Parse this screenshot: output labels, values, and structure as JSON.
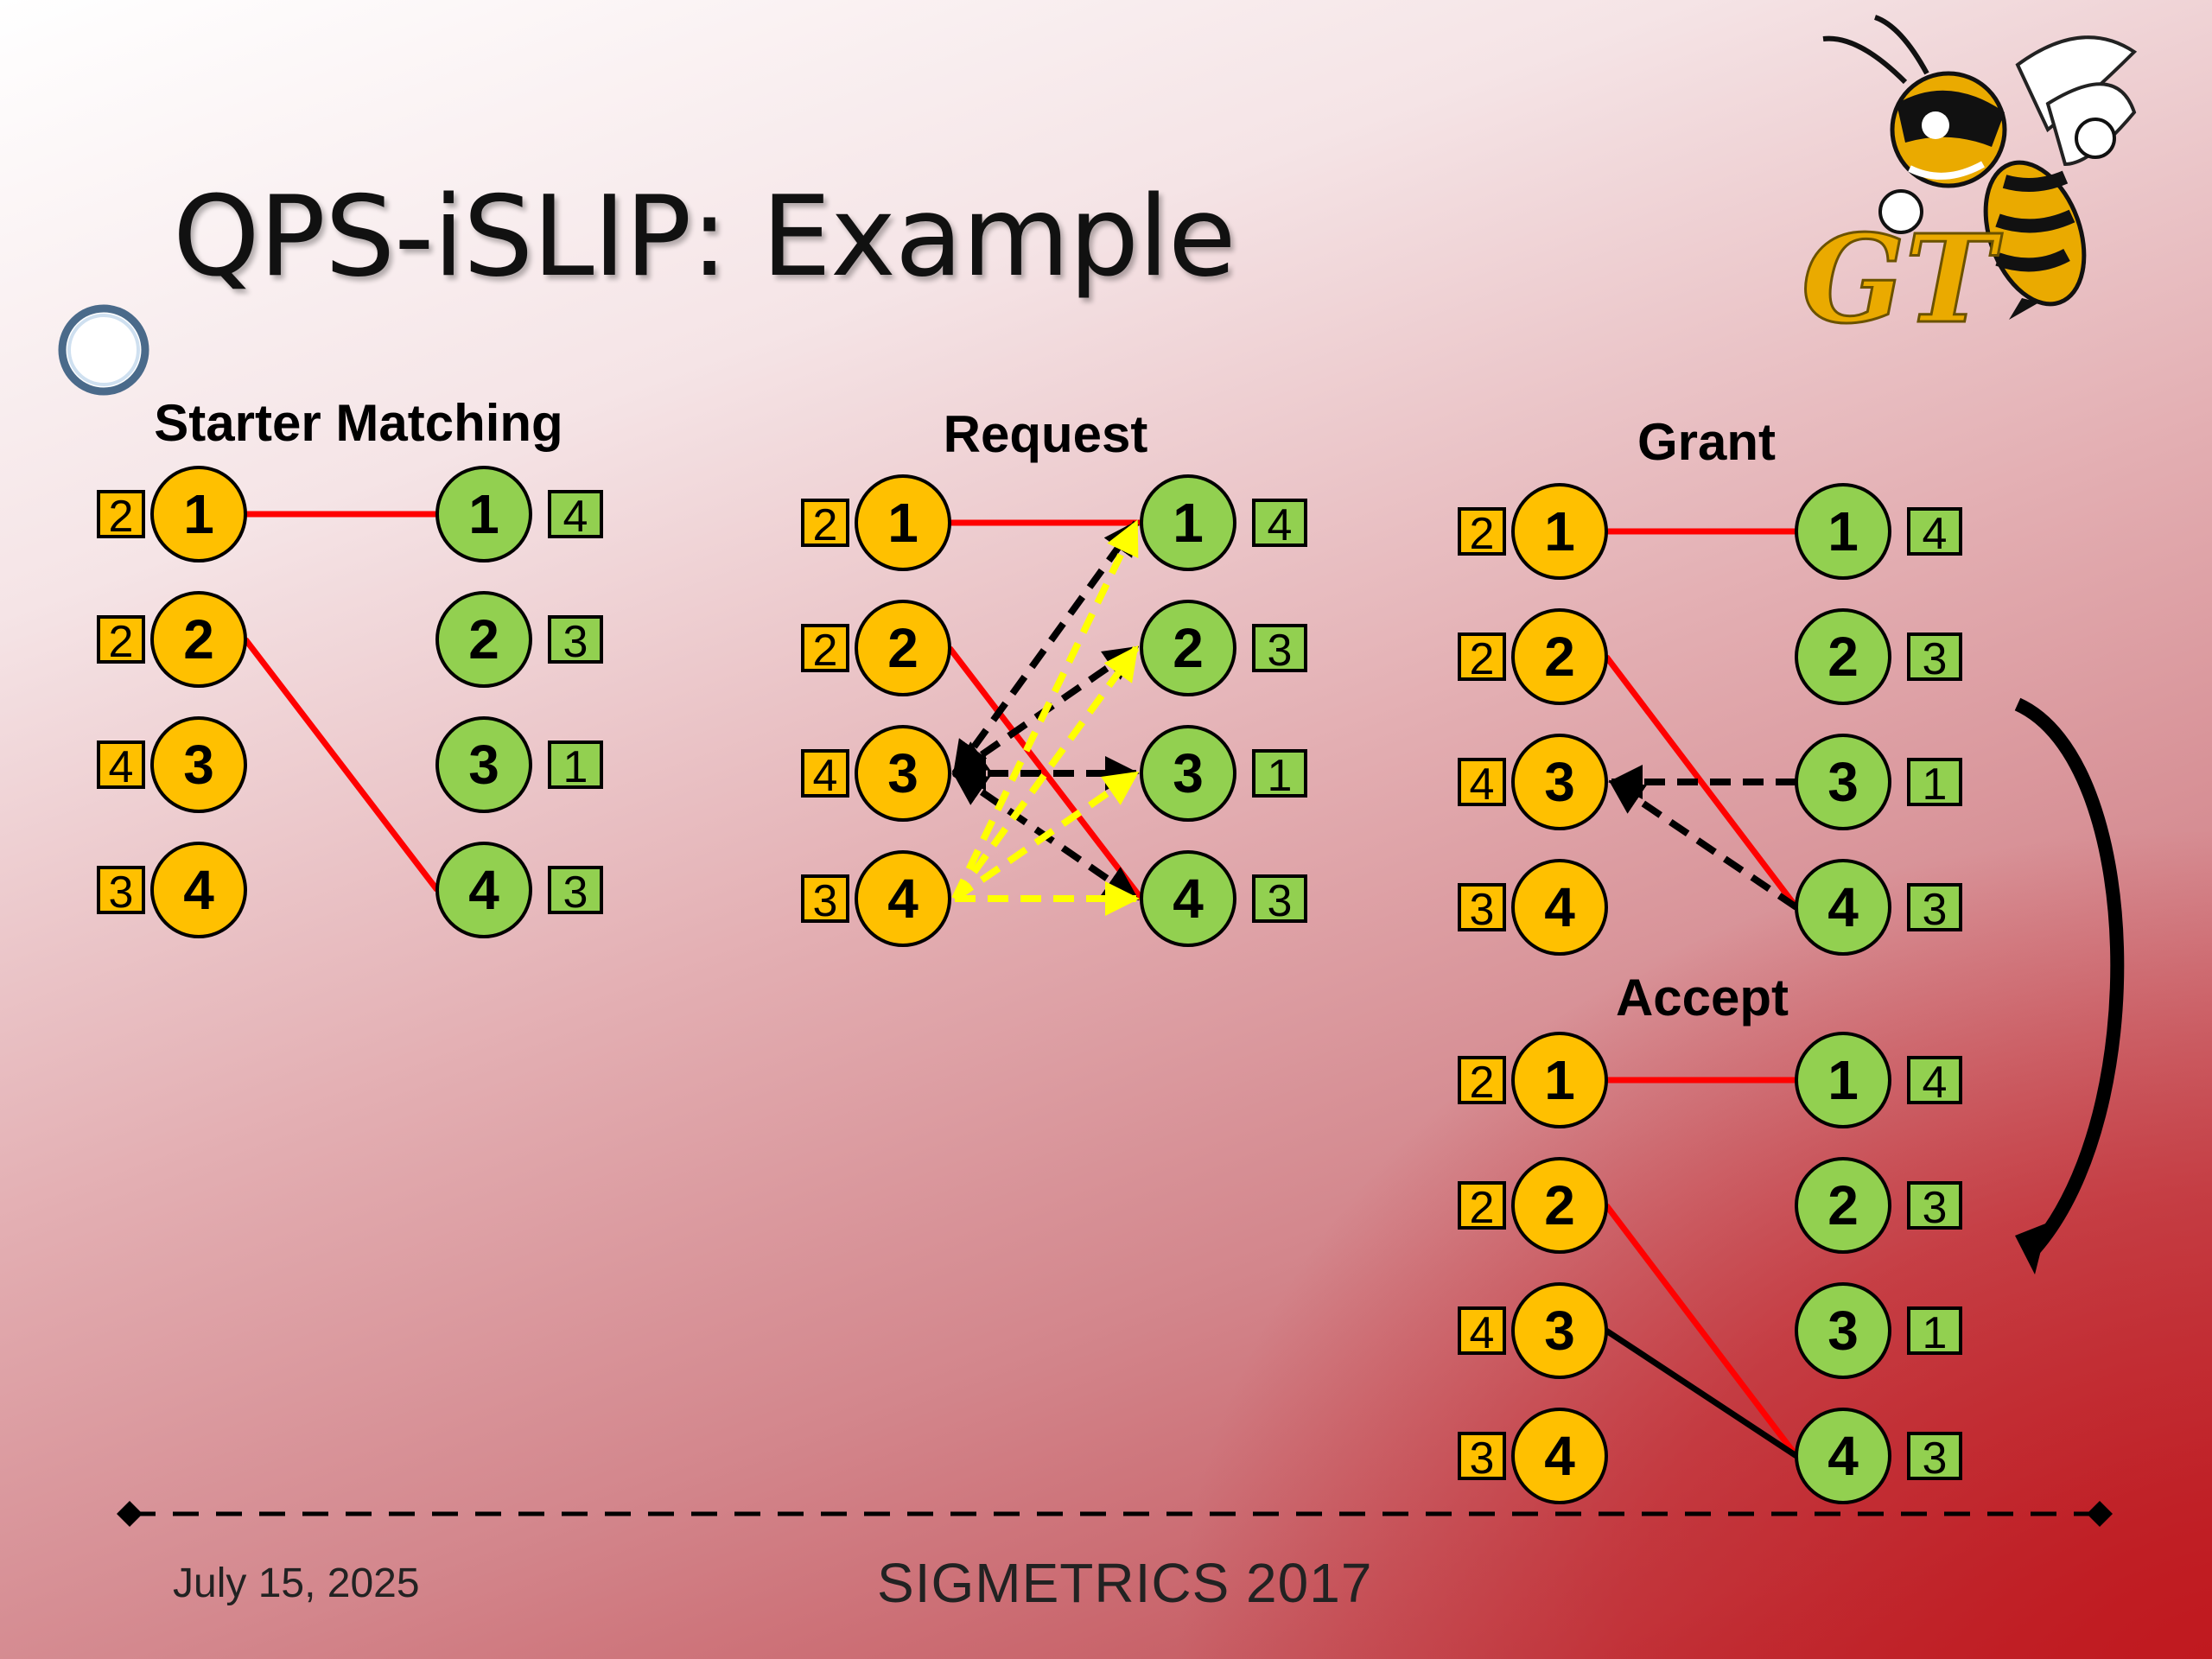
{
  "slide": {
    "title": "QPS-iSLIP: Example",
    "date": "July 15, 2025",
    "conference": "SIGMETRICS 2017"
  },
  "colors": {
    "input_port": "#FFC000",
    "output_port": "#92D050",
    "match_edge": "#FF0000",
    "request_black": "#000000",
    "request_yellow": "#FFFF00",
    "accent_line": "#9DC3E6"
  },
  "logo": {
    "text": "GT",
    "icon": "yellow-jacket-mascot-icon"
  },
  "panels": [
    {
      "key": "starter",
      "title": "Starter Matching",
      "inputs": [
        {
          "label": "1",
          "queue": "2"
        },
        {
          "label": "2",
          "queue": "2"
        },
        {
          "label": "3",
          "queue": "4"
        },
        {
          "label": "4",
          "queue": "3"
        }
      ],
      "outputs": [
        {
          "label": "1",
          "queue": "4"
        },
        {
          "label": "2",
          "queue": "3"
        },
        {
          "label": "3",
          "queue": "1"
        },
        {
          "label": "4",
          "queue": "3"
        }
      ],
      "edges": [
        {
          "from": 1,
          "to": 1,
          "kind": "match"
        },
        {
          "from": 2,
          "to": 4,
          "kind": "match"
        }
      ]
    },
    {
      "key": "request",
      "title": "Request",
      "inputs": [
        {
          "label": "1",
          "queue": "2"
        },
        {
          "label": "2",
          "queue": "2"
        },
        {
          "label": "3",
          "queue": "4"
        },
        {
          "label": "4",
          "queue": "3"
        }
      ],
      "outputs": [
        {
          "label": "1",
          "queue": "4"
        },
        {
          "label": "2",
          "queue": "3"
        },
        {
          "label": "3",
          "queue": "1"
        },
        {
          "label": "4",
          "queue": "3"
        }
      ],
      "edges": [
        {
          "from": 1,
          "to": 1,
          "kind": "match"
        },
        {
          "from": 2,
          "to": 4,
          "kind": "match"
        },
        {
          "from": 3,
          "to": 1,
          "kind": "request-black"
        },
        {
          "from": 3,
          "to": 2,
          "kind": "request-black"
        },
        {
          "from": 3,
          "to": 3,
          "kind": "request-black"
        },
        {
          "from": 3,
          "to": 4,
          "kind": "request-black"
        },
        {
          "from": 4,
          "to": 1,
          "kind": "request-yellow"
        },
        {
          "from": 4,
          "to": 2,
          "kind": "request-yellow"
        },
        {
          "from": 4,
          "to": 3,
          "kind": "request-yellow"
        },
        {
          "from": 4,
          "to": 4,
          "kind": "request-yellow"
        }
      ]
    },
    {
      "key": "grant",
      "title": "Grant",
      "inputs": [
        {
          "label": "1",
          "queue": "2"
        },
        {
          "label": "2",
          "queue": "2"
        },
        {
          "label": "3",
          "queue": "4"
        },
        {
          "label": "4",
          "queue": "3"
        }
      ],
      "outputs": [
        {
          "label": "1",
          "queue": "4"
        },
        {
          "label": "2",
          "queue": "3"
        },
        {
          "label": "3",
          "queue": "1"
        },
        {
          "label": "4",
          "queue": "3"
        }
      ],
      "edges": [
        {
          "from": 1,
          "to": 1,
          "kind": "match"
        },
        {
          "from": 2,
          "to": 4,
          "kind": "match"
        },
        {
          "from": 3,
          "to": 3,
          "kind": "grant"
        },
        {
          "from": 3,
          "to": 4,
          "kind": "grant"
        }
      ]
    },
    {
      "key": "accept",
      "title": "Accept",
      "inputs": [
        {
          "label": "1",
          "queue": "2"
        },
        {
          "label": "2",
          "queue": "2"
        },
        {
          "label": "3",
          "queue": "4"
        },
        {
          "label": "4",
          "queue": "3"
        }
      ],
      "outputs": [
        {
          "label": "1",
          "queue": "4"
        },
        {
          "label": "2",
          "queue": "3"
        },
        {
          "label": "3",
          "queue": "1"
        },
        {
          "label": "4",
          "queue": "3"
        }
      ],
      "edges": [
        {
          "from": 1,
          "to": 1,
          "kind": "match"
        },
        {
          "from": 2,
          "to": 4,
          "kind": "match"
        },
        {
          "from": 3,
          "to": 4,
          "kind": "accept"
        }
      ]
    }
  ]
}
